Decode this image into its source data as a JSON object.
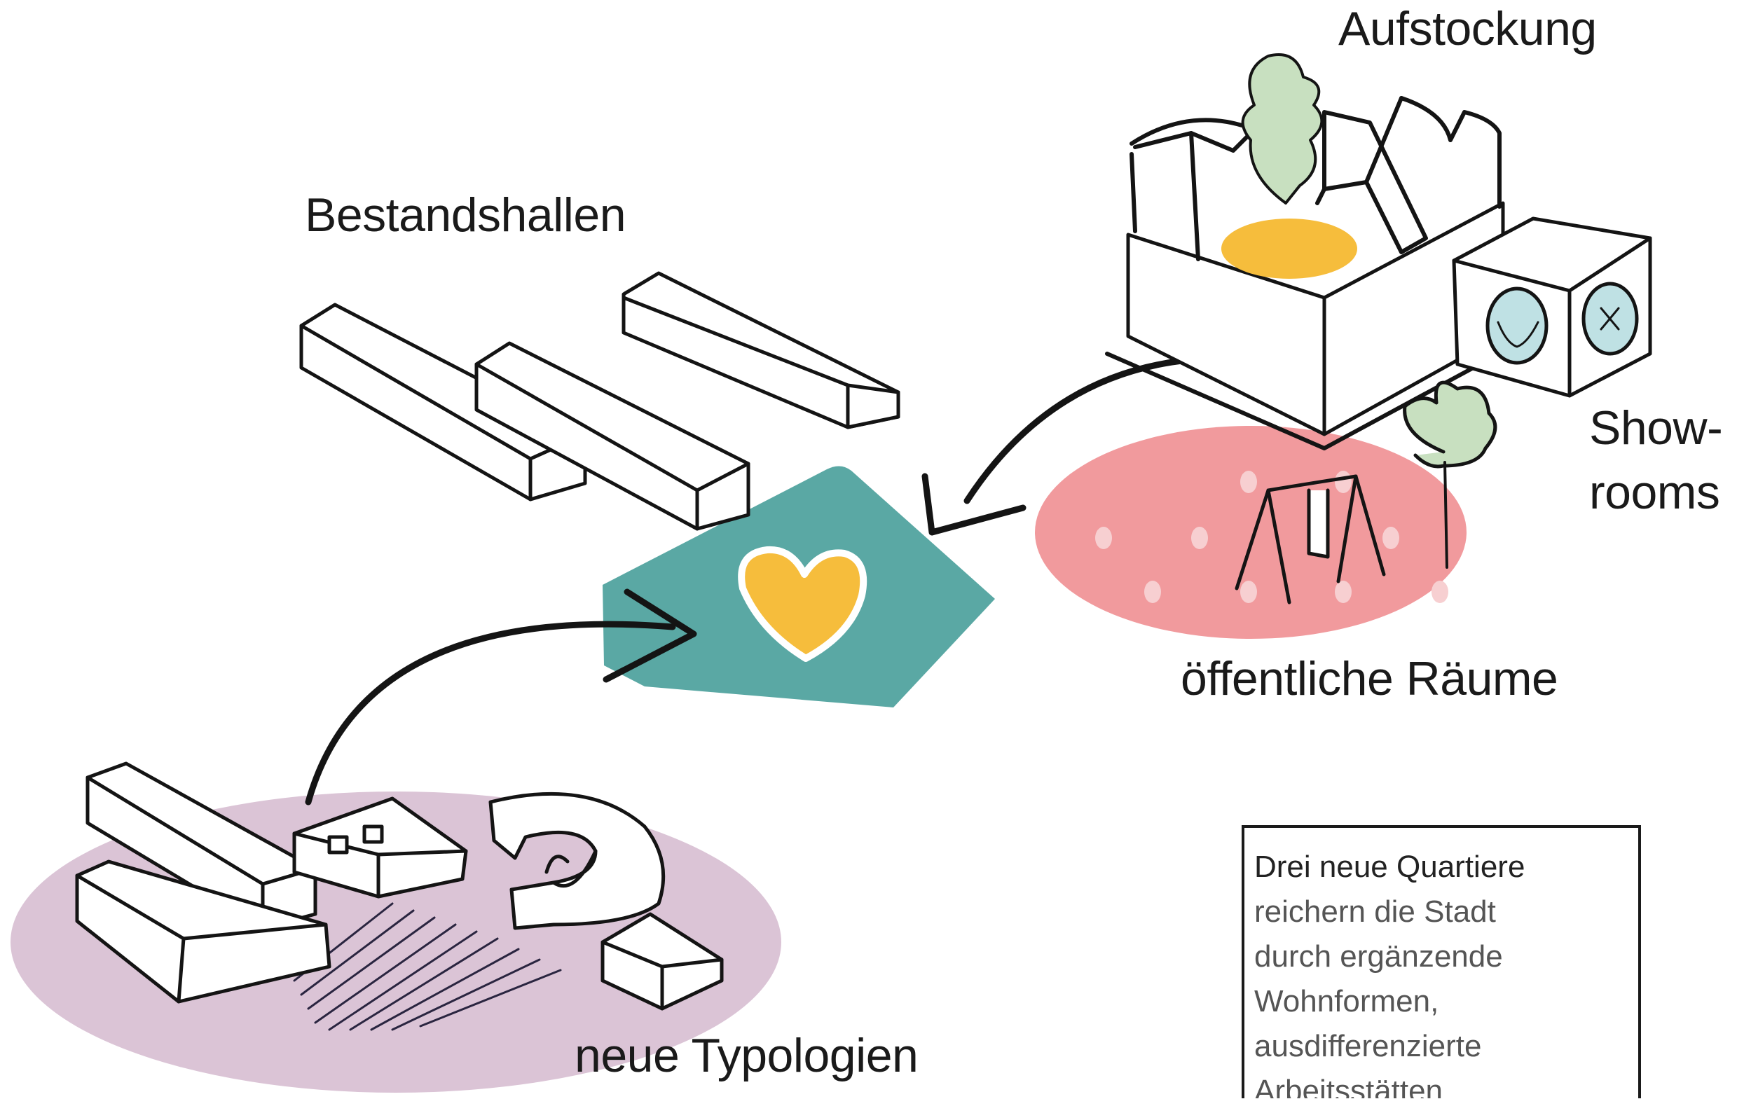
{
  "labels": {
    "aufstockung": "Aufstockung",
    "bestandshallen": "Bestandshallen",
    "showrooms_line1": "Show-",
    "showrooms_line2": "rooms",
    "oeffentliche_raeume": "öffentliche Räume",
    "neue_typologien": "neue Typologien"
  },
  "infobox": {
    "heading": "Drei neue Quartiere",
    "body": "reichern die Stadt durch ergänzende Wohnformen, ausdifferenzierte Arbeitsstätten"
  },
  "colors": {
    "teal": "#5aa8a4",
    "heart": "#f6bd3c",
    "pink": "#f19a9d",
    "purple": "#dbc4d6",
    "tree_green": "#c8e0c0",
    "yellow_disc": "#f6bd3c",
    "showroom_blue": "#bfe1e4",
    "ink": "#141414"
  },
  "icons": [
    "heart-icon",
    "swing-icon",
    "tree-icon",
    "glasses-icon",
    "propeller-icon"
  ]
}
